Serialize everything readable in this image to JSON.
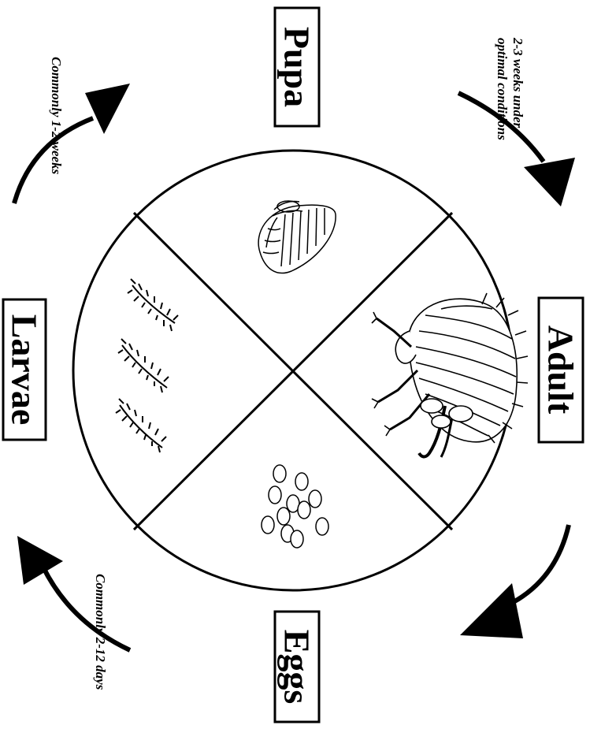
{
  "stages": {
    "adult": "Adult",
    "eggs": "Eggs",
    "larvae": "Larvae",
    "pupa": "Pupa"
  },
  "durations": {
    "adult_to_eggs": "",
    "eggs_to_larvae": "Commonly 2-12 days",
    "larvae_to_pupa": "Commonly 1-2 weeks",
    "pupa_to_adult_line1": "2-3 weeks under",
    "pupa_to_adult_line2": "optimal conditions"
  },
  "icons": [
    "adult-flea-icon",
    "eggs-icon",
    "larva-icon",
    "pupa-icon",
    "cycle-arrow-icon"
  ],
  "colors": {
    "ink": "#000000",
    "background": "#ffffff"
  }
}
